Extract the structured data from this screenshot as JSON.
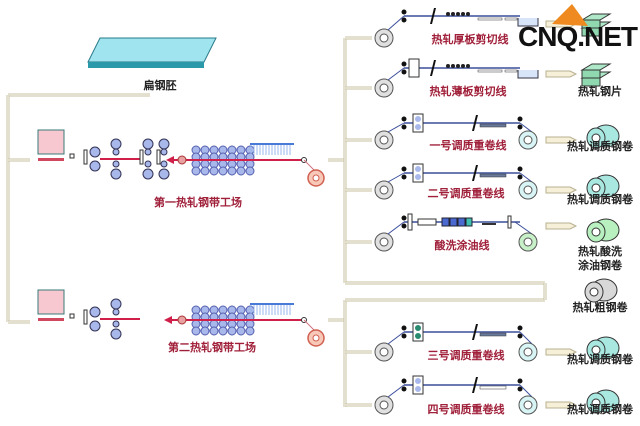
{
  "slab": {
    "label": "扁钢胚"
  },
  "mills": [
    {
      "label": "第一热轧钢带工场"
    },
    {
      "label": "第二热轧钢带工场"
    }
  ],
  "lines": [
    {
      "label": "热轧厚板剪切线",
      "type": "shear",
      "product": ""
    },
    {
      "label": "热轧薄板剪切线",
      "type": "shear",
      "product": "热轧钢片"
    },
    {
      "label": "一号调质重卷线",
      "type": "temper",
      "product": "热轧调质钢卷"
    },
    {
      "label": "二号调质重卷线",
      "type": "temper",
      "product": "热轧调质钢卷"
    },
    {
      "label": "酸洗涂油线",
      "type": "pickle",
      "product_line1": "热轧酸洗",
      "product_line2": "涂油钢卷"
    },
    {
      "label": "三号调质重卷线",
      "type": "temper",
      "product": "热轧调质钢卷"
    },
    {
      "label": "四号调质重卷线",
      "type": "temper",
      "product": "热轧调质钢卷"
    }
  ],
  "raw_coil": {
    "label": "热轧粗钢卷"
  },
  "watermark": "CNQ.NET",
  "colors": {
    "connector": "#c9c2a2",
    "strip": "#3a4e9a",
    "mill_strip": "#d0204a",
    "roll": "#a9b8ea",
    "label": "#a0203a"
  }
}
